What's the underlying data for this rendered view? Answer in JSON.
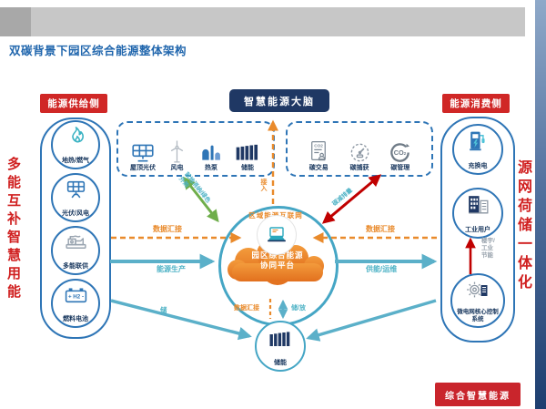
{
  "slide": {
    "title": "双碳背景下园区综合能源整体架构",
    "left_banner": "多能互补智慧用能",
    "right_banner": "源网荷储一体化",
    "brand_badge": "综合智慧能源",
    "accent_colors": {
      "title_blue": "#2066ad",
      "banner_red": "#d02020",
      "header_red": "#d02726",
      "navy": "#1f3864",
      "node_blue": "#2e75b6",
      "ring_teal": "#45a6c5",
      "arrow_teal": "#5bb0c9",
      "arrow_orange": "#e98a2b",
      "arrow_green": "#6fae4b",
      "arrow_red": "#c00000",
      "cloud_orange": "#e87f2a"
    }
  },
  "brain": {
    "label": "智慧能源大脑"
  },
  "supply": {
    "header": "能源供给侧",
    "items": [
      {
        "label": "地热/燃气",
        "icon": "flame-icon"
      },
      {
        "label": "光伏/风电",
        "icon": "solar-panel-icon"
      },
      {
        "label": "多能联供",
        "icon": "generator-icon"
      },
      {
        "label": "燃料电池",
        "icon": "battery-h2-icon"
      }
    ]
  },
  "consumption": {
    "header": "能源消费侧",
    "items": [
      {
        "label": "充换电",
        "icon": "ev-charger-icon"
      },
      {
        "label": "工业用户",
        "icon": "factory-buildings-icon"
      },
      {
        "label": "微电网核心控制系统",
        "icon": "gear-control-icon"
      }
    ]
  },
  "distributed_box": {
    "items": [
      {
        "label": "屋顶光伏",
        "icon": "rooftop-pv-icon"
      },
      {
        "label": "风电",
        "icon": "wind-turbine-icon"
      },
      {
        "label": "热泵",
        "icon": "heat-pump-icon"
      },
      {
        "label": "储能",
        "icon": "storage-container-icon"
      }
    ]
  },
  "carbon_box": {
    "items": [
      {
        "label": "碳交易",
        "icon": "co2-document-icon"
      },
      {
        "label": "碳捕获",
        "icon": "gauge-icon"
      },
      {
        "label": "碳管理",
        "icon": "co2-cycle-icon"
      }
    ]
  },
  "hub": {
    "ring_label": "区域能源互联网",
    "cloud_line1": "园区综合能源",
    "cloud_line2": "协同平台",
    "laptop_icon": "laptop-icon"
  },
  "storage_node": {
    "label": "储能",
    "icon": "storage-container-icon"
  },
  "flows": {
    "access_label": "接入",
    "green_label": "就地消纳/绿色外购",
    "red_label": "碳减排量",
    "data_left": "数据汇接",
    "energy_left": "能源生产",
    "data_right": "数据汇接",
    "energy_right": "供能/运维",
    "data_bottom": "数据汇接",
    "charge_discharge": "储/放",
    "charge": "储",
    "saving_label": "楼宇/工业节能"
  }
}
